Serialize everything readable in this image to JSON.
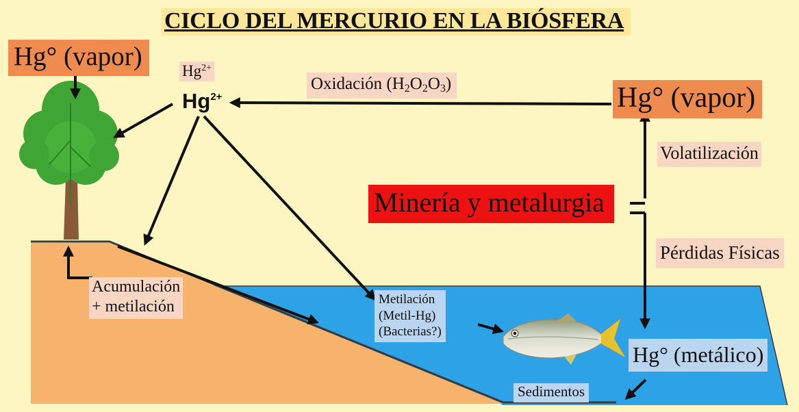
{
  "title": "CICLO DEL MERCURIO EN LA BIÓSFERA",
  "labels": {
    "hg_vapor_left": "Hg° (vapor)",
    "hg2_small": {
      "base": "Hg",
      "sup": "2+"
    },
    "hg2_bold": {
      "base": "Hg",
      "sup": "2+"
    },
    "oxidacion": {
      "text": "Oxidación (H",
      "s1": "2",
      "t1": "O",
      "s2": "2",
      "t2": "O",
      "s3": "3",
      "end": ")"
    },
    "hg_vapor_right": "Hg° (vapor)",
    "volatilizacion": "Volatilización",
    "mineria": "Minería y metalurgia",
    "perdidas": "Pérdidas Físicas",
    "acumulacion": "Acumulación\n+ metilación",
    "metilacion": "Metilación\n(Metil-Hg)\n(Bacterias?)",
    "metalico": "Hg° (metálico)",
    "sedimentos": "Sedimentos"
  },
  "colors": {
    "background": "#fdf6c3",
    "title_highlight": "#fde79b",
    "vapor_box": "#ef8b4e",
    "mining_box": "#ee1111",
    "label_peach": "#f7d7c3",
    "label_blue": "#b9d5f0",
    "soil": "#f7b26c",
    "water": "#2ea2e6",
    "tree_foliage": "#3fa534",
    "trunk": "#8a5a36",
    "arrow": "#111111"
  },
  "icons": [
    "tree-icon",
    "fish-icon"
  ]
}
